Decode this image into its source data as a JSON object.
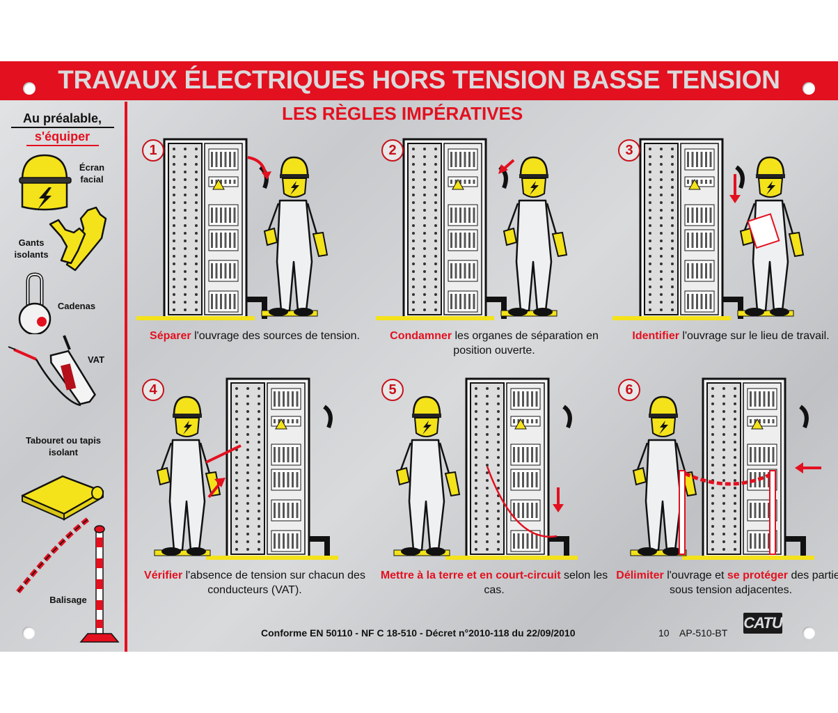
{
  "header": {
    "title": "TRAVAUX ÉLECTRIQUES HORS TENSION BASSE TENSION"
  },
  "sidebar": {
    "heading_line1": "Au préalable,",
    "heading_line2": "s'équiper",
    "items": [
      {
        "label": "Écran facial",
        "icon": "face-shield-icon"
      },
      {
        "label": "Gants isolants",
        "icon": "insulating-gloves-icon"
      },
      {
        "label": "Cadenas",
        "icon": "padlock-icon"
      },
      {
        "label": "VAT",
        "icon": "voltage-tester-icon"
      },
      {
        "label": "Tabouret ou tapis isolant",
        "icon": "insulating-mat-icon"
      },
      {
        "label": "Balisage",
        "icon": "barrier-chain-icon"
      }
    ]
  },
  "main": {
    "subtitle": "LES RÈGLES IMPÉRATIVES",
    "steps": [
      {
        "number": "1",
        "keyword": "Séparer",
        "text": " l'ouvrage des sources de tension.",
        "keyword2": "",
        "text2": ""
      },
      {
        "number": "2",
        "keyword": "Condamner",
        "text": " les organes de séparation en position ouverte.",
        "keyword2": "",
        "text2": ""
      },
      {
        "number": "3",
        "keyword": "Identifier",
        "text": " l'ouvrage sur le lieu de travail.",
        "keyword2": "",
        "text2": ""
      },
      {
        "number": "4",
        "keyword": "Vérifier",
        "text": " l'absence de tension sur chacun des conducteurs (VAT).",
        "keyword2": "",
        "text2": ""
      },
      {
        "number": "5",
        "keyword": "Mettre à la terre et en court-circuit",
        "text": " selon les cas.",
        "keyword2": "",
        "text2": ""
      },
      {
        "number": "6",
        "keyword": "Délimiter",
        "text": " l'ouvrage et ",
        "keyword2": "se protéger",
        "text2": " des parties sous tension adjacentes."
      }
    ]
  },
  "footer": {
    "compliance": "Conforme EN 50110 - NF C 18-510 - Décret n°2010-118 du 22/09/2010",
    "number": "10",
    "reference": "AP-510-BT",
    "brand": "CATU"
  },
  "colors": {
    "accent": "#e3101f",
    "yellow": "#f4e21a",
    "plate": "#d0d1d3"
  }
}
